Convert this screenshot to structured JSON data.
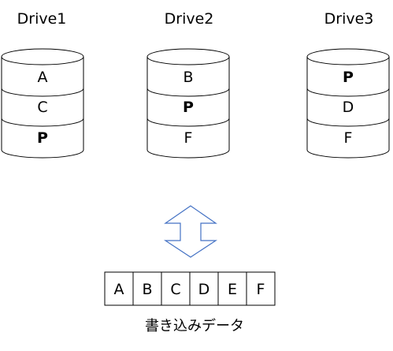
{
  "drives": [
    {
      "name": "Drive1",
      "blocks": [
        {
          "label": "A",
          "parity": false
        },
        {
          "label": "C",
          "parity": false
        },
        {
          "label": "P",
          "parity": true
        }
      ]
    },
    {
      "name": "Drive2",
      "blocks": [
        {
          "label": "B",
          "parity": false
        },
        {
          "label": "P",
          "parity": true
        },
        {
          "label": "F",
          "parity": false
        }
      ]
    },
    {
      "name": "Drive3",
      "blocks": [
        {
          "label": "P",
          "parity": true
        },
        {
          "label": "D",
          "parity": false
        },
        {
          "label": "F",
          "parity": false
        }
      ]
    }
  ],
  "write_data": {
    "cells": [
      "A",
      "B",
      "C",
      "D",
      "E",
      "F"
    ],
    "caption": "書き込みデータ"
  },
  "colors": {
    "parity": "#e60000",
    "outline": "#000000",
    "arrow": "#4472c4"
  },
  "icons": {
    "transfer": "double-headed-vertical-arrow-icon"
  }
}
